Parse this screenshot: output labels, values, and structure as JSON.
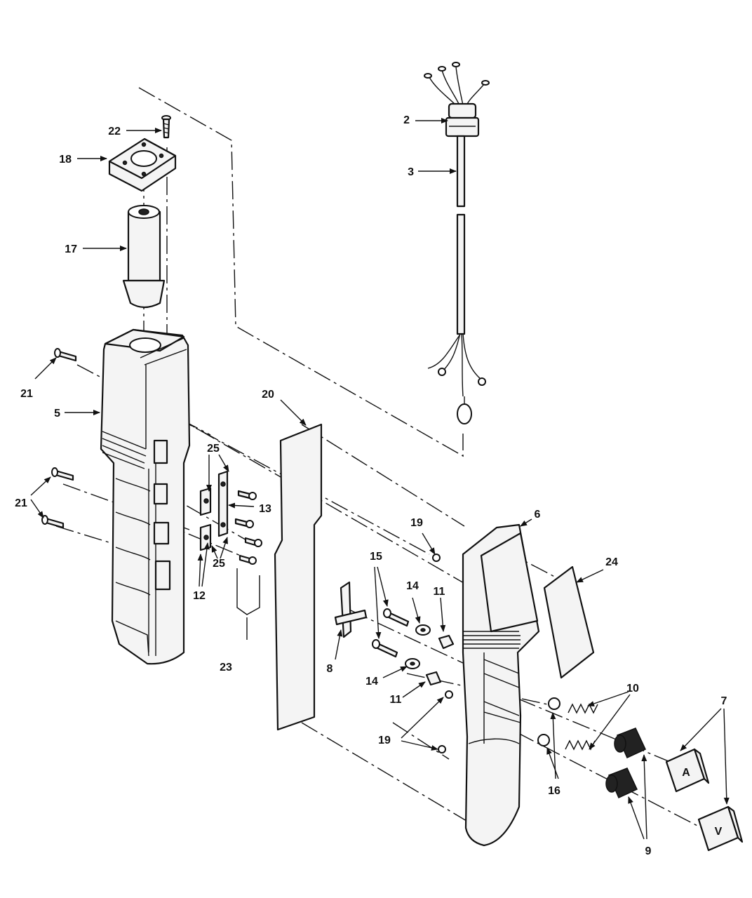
{
  "callouts": {
    "c2": "2",
    "c3": "3",
    "c5": "5",
    "c6": "6",
    "c7": "7",
    "c8": "8",
    "c9": "9",
    "c10": "10",
    "c11a": "11",
    "c11b": "11",
    "c12": "12",
    "c13": "13",
    "c14a": "14",
    "c14b": "14",
    "c15": "15",
    "c16": "16",
    "c17": "17",
    "c18": "18",
    "c19a": "19",
    "c19b": "19",
    "c20": "20",
    "c21a": "21",
    "c21b": "21",
    "c22": "22",
    "c23": "23",
    "c24": "24",
    "c25a": "25",
    "c25b": "25"
  },
  "button_marks": {
    "up_button": "A",
    "down_button": "V"
  }
}
